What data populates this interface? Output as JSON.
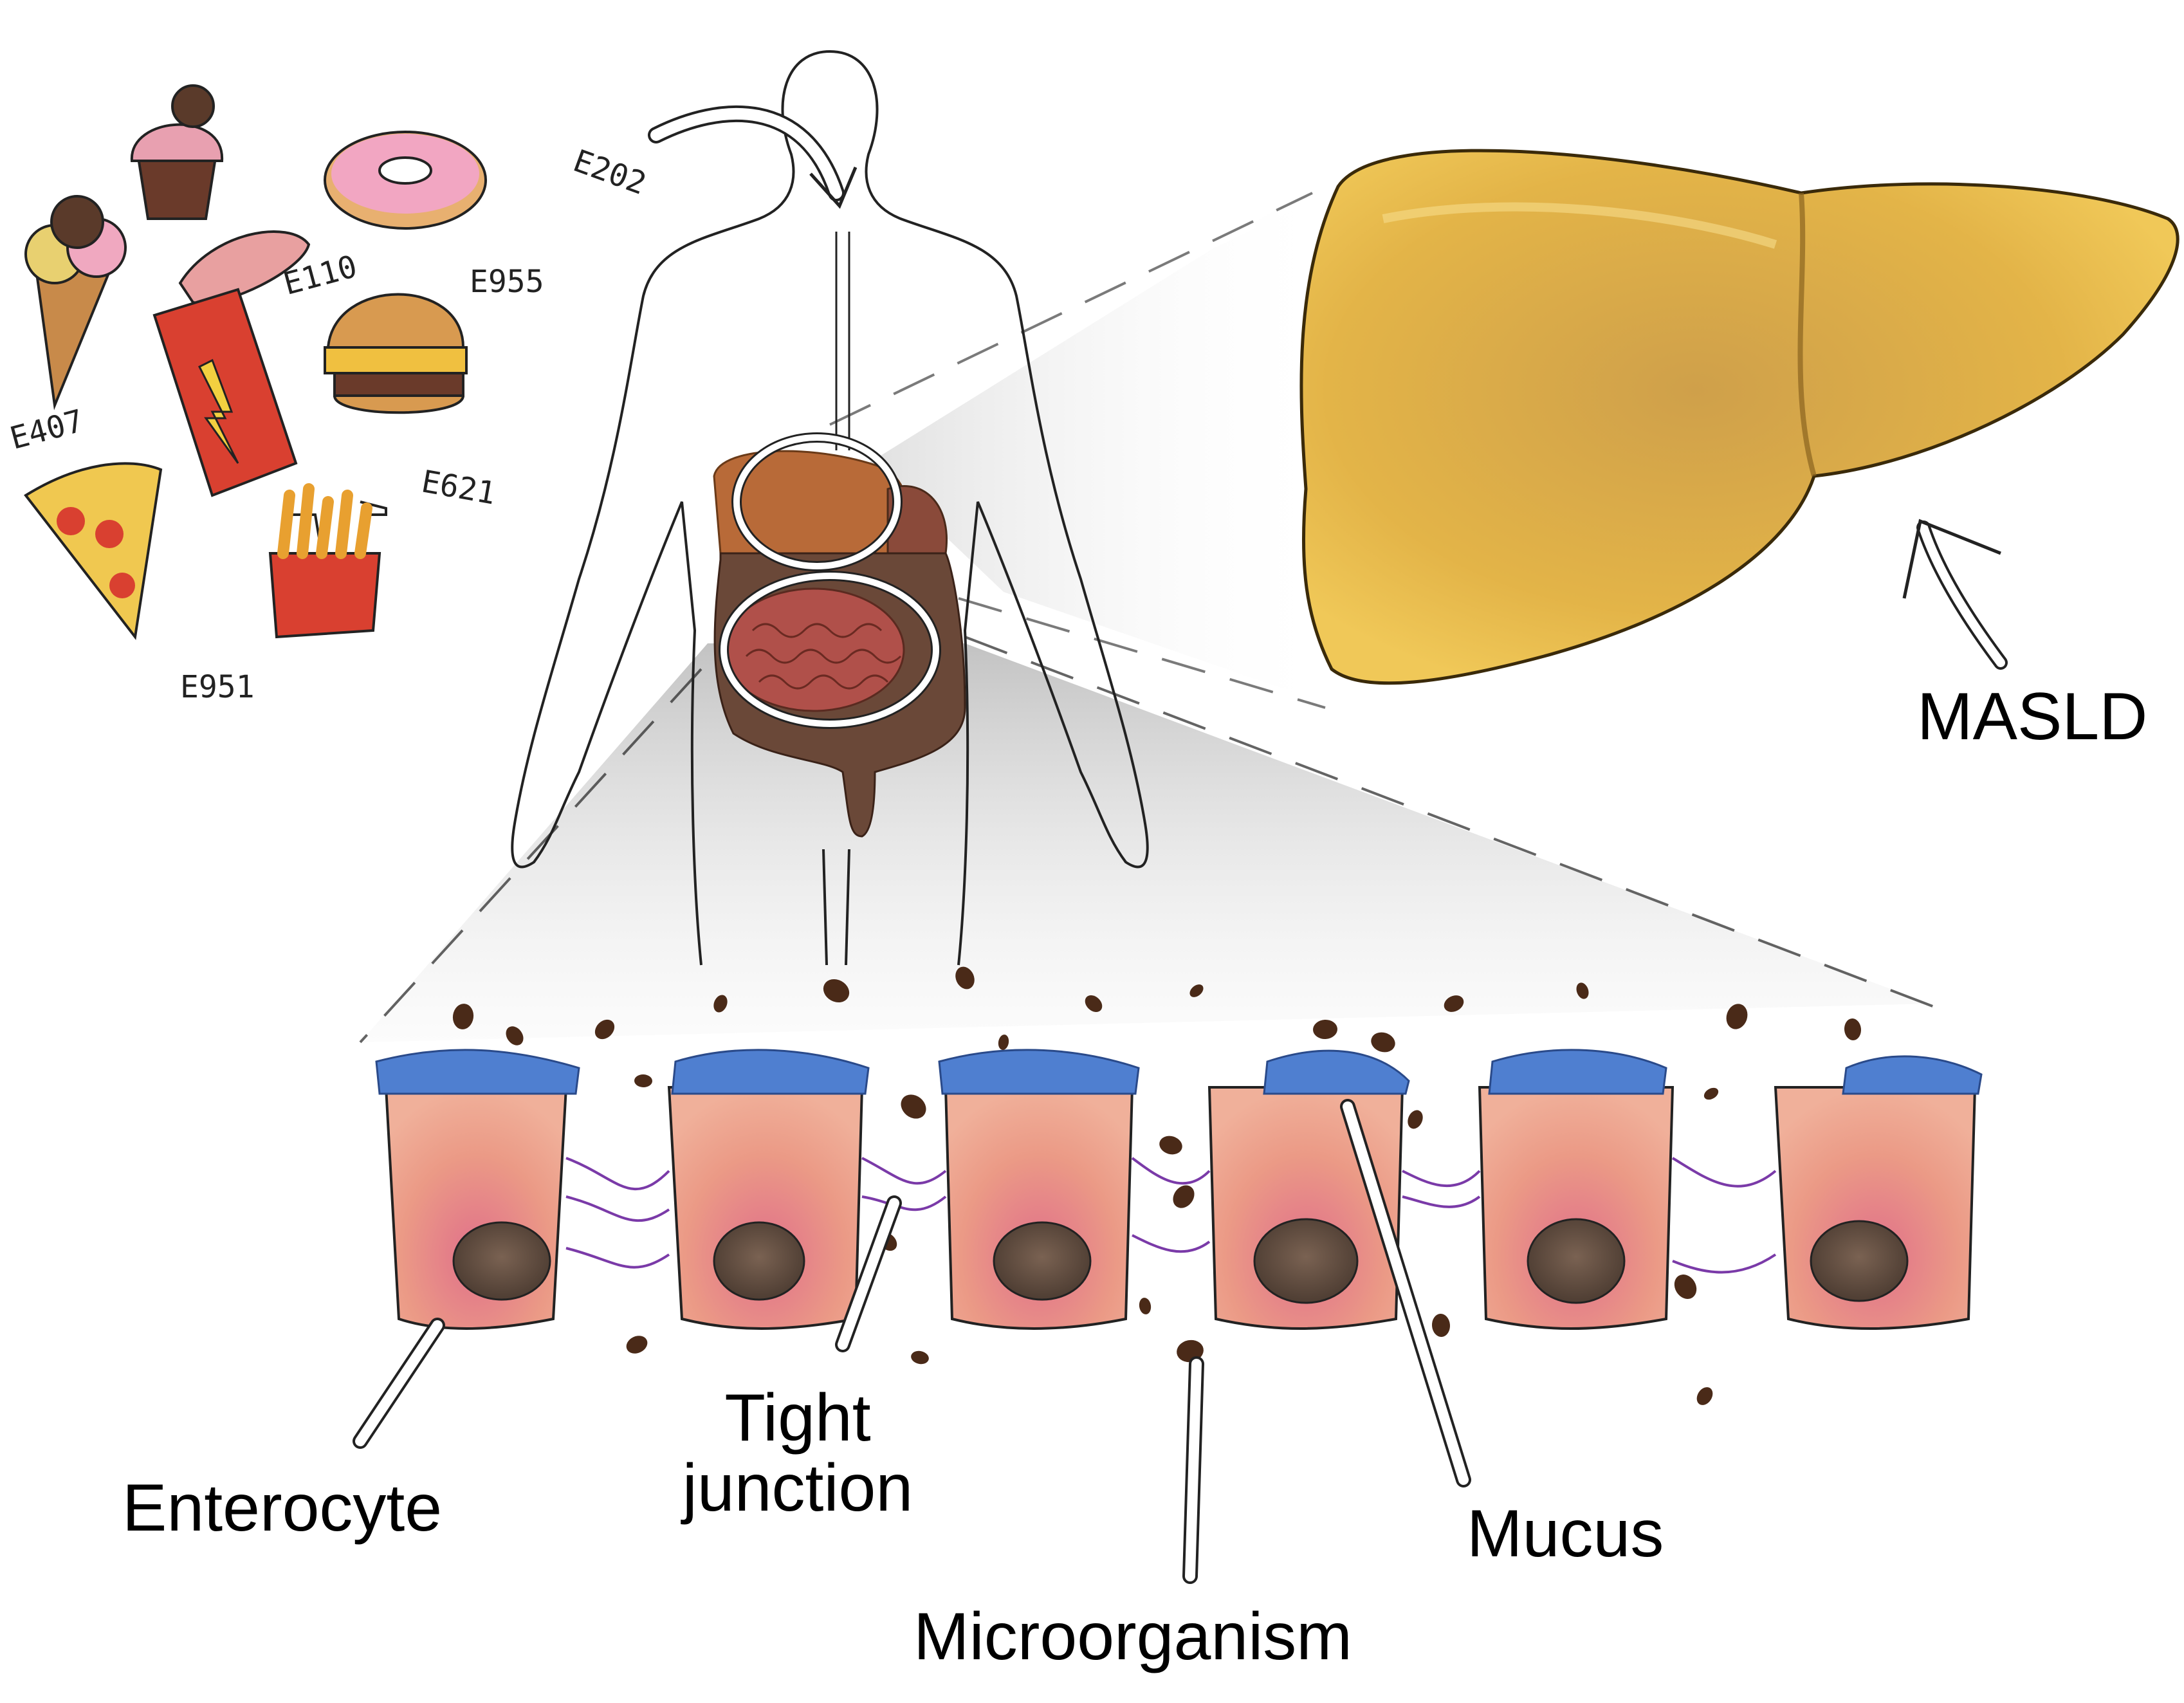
{
  "additive_codes": [
    "E202",
    "E110",
    "E955",
    "E407",
    "E621",
    "E951"
  ],
  "organ_label": "MASLD",
  "cell_labels": {
    "enterocyte": "Enterocyte",
    "tight_junction_line1": "Tight",
    "tight_junction_line2": "junction",
    "microorganism": "Microorganism",
    "mucus": "Mucus"
  },
  "colors": {
    "liver": "#e0ad3c",
    "liver_outline": "#7a5a1a",
    "cell_body": "#e89a86",
    "nucleus": "#5b4438",
    "mucus": "#4f7fd0",
    "junction": "#7a3aa8",
    "microbe": "#4a2a18",
    "intestine": "#8a4a3a",
    "liver_small": "#b86a38",
    "food_red": "#d94030"
  },
  "icons": [
    "cupcake-icon",
    "donut-icon",
    "ice-cream-icon",
    "eclair-icon",
    "soda-can-icon",
    "burger-icon",
    "pizza-icon",
    "fries-icon"
  ]
}
